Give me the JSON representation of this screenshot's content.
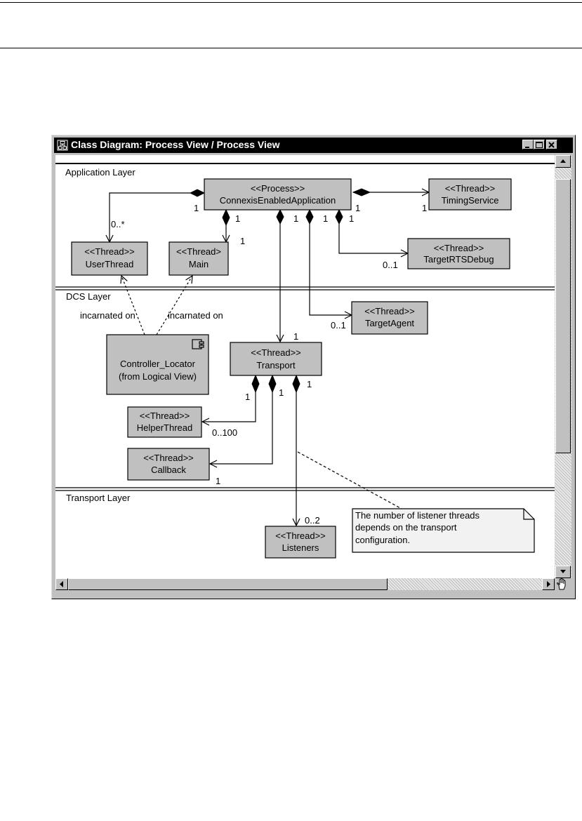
{
  "window": {
    "title": "Class Diagram: Process View / Process View",
    "buttons": [
      "minimize-icon",
      "maximize-icon",
      "close-icon"
    ]
  },
  "layers": {
    "application": "Application Layer",
    "dcs": "DCS Layer",
    "transport": "Transport Layer"
  },
  "classes": {
    "connexis": {
      "stereotype": "<<Process>>",
      "name": "ConnexisEnabledApplication"
    },
    "timing_service": {
      "stereotype": "<<Thread>>",
      "name": "TimingService"
    },
    "user_thread": {
      "stereotype": "<<Thread>>",
      "name": "UserThread"
    },
    "main": {
      "stereotype": "<<Thread>",
      "name": "Main"
    },
    "target_rts_debug": {
      "stereotype": "<<Thread>>",
      "name": "TargetRTSDebug"
    },
    "target_agent": {
      "stereotype": "<<Thread>>",
      "name": "TargetAgent"
    },
    "transport": {
      "stereotype": "<<Thread>>",
      "name": "Transport"
    },
    "controller_locator": {
      "name": "Controller_Locator",
      "from": "(from Logical View)"
    },
    "helper_thread": {
      "stereotype": "<<Thread>>",
      "name": "HelperThread"
    },
    "callback": {
      "stereotype": "<<Thread>>",
      "name": "Callback"
    },
    "listeners": {
      "stereotype": "<<Thread>>",
      "name": "Listeners"
    }
  },
  "multiplicities": {
    "user_thread_src": "1",
    "user_thread_dst": "0..*",
    "timing_src": "1",
    "timing_dst": "1",
    "main_src": "1",
    "main_dst": "1",
    "transport_src": "1",
    "transport_dst": "1",
    "agent_src": "1",
    "agent_dst": "0..1",
    "rts_src": "1",
    "rts_dst": "0..1",
    "helper_src": "1",
    "helper_dst": "0..100",
    "callback_src": "1",
    "callback_dst": "1",
    "listeners_src": "1",
    "listeners_dst": "0..2"
  },
  "dependency_labels": {
    "left": "incarnated on",
    "right": "incarnated on"
  },
  "note": {
    "lines": [
      "The number of listener threads",
      "depends on the transport",
      "configuration."
    ]
  },
  "icons": {
    "component": "component-icon",
    "title": "class-diagram-icon",
    "hand": "hand-cursor-icon"
  }
}
